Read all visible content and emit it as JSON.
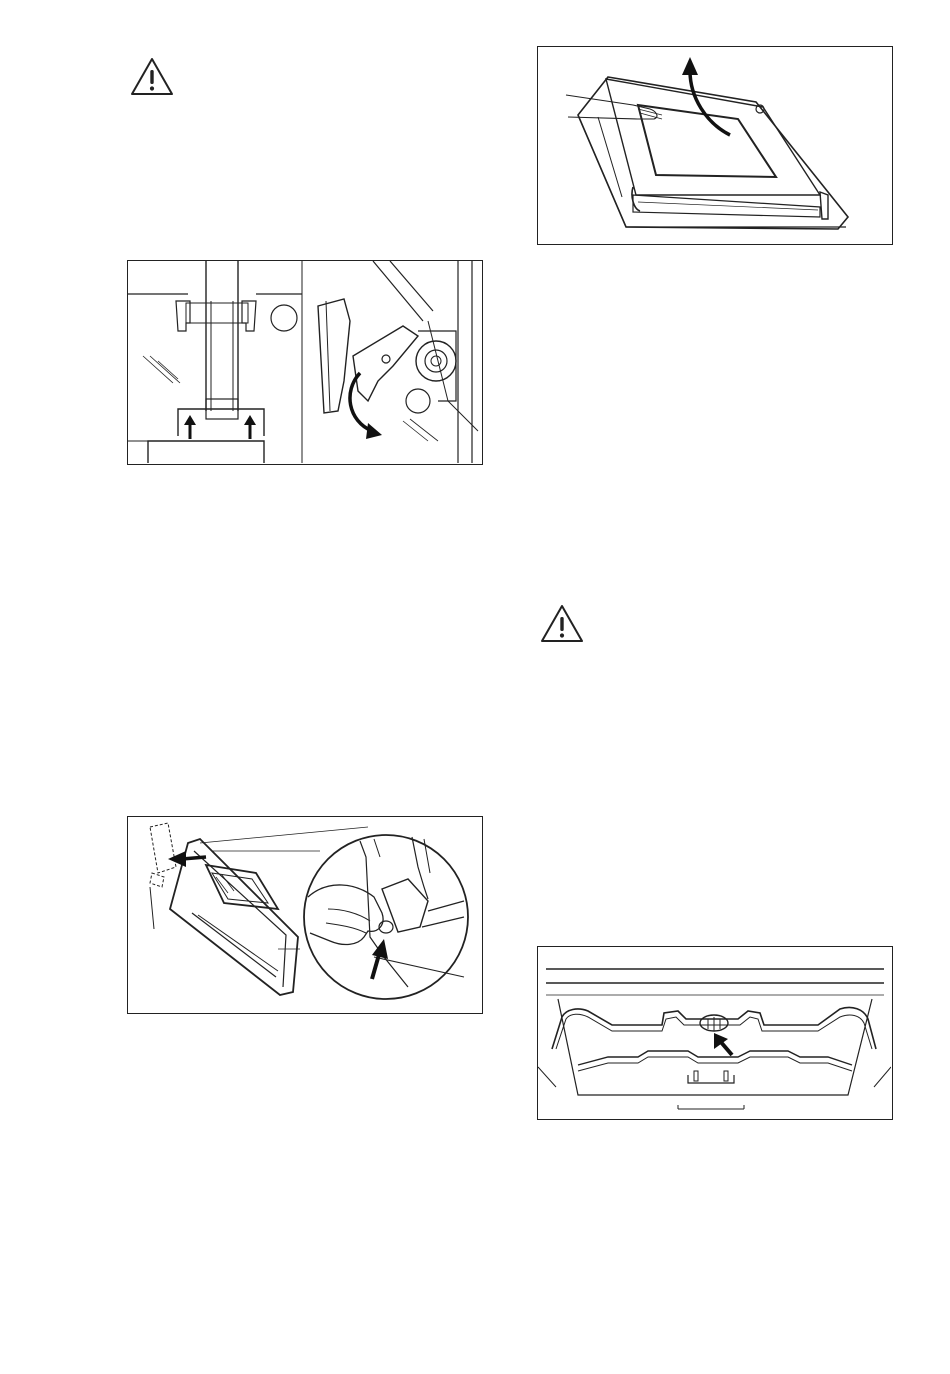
{
  "page": {
    "background": "#ffffff",
    "line_color": "#222222"
  },
  "warnings": [
    {
      "icon": "warning-triangle-icon"
    },
    {
      "icon": "warning-triangle-icon"
    }
  ],
  "figures": [
    {
      "name": "hinge-lock-illustration",
      "panels": 2
    },
    {
      "name": "door-glass-lift-illustration"
    },
    {
      "name": "door-panel-removal-illustration"
    },
    {
      "name": "oven-lamp-cover-illustration"
    }
  ]
}
